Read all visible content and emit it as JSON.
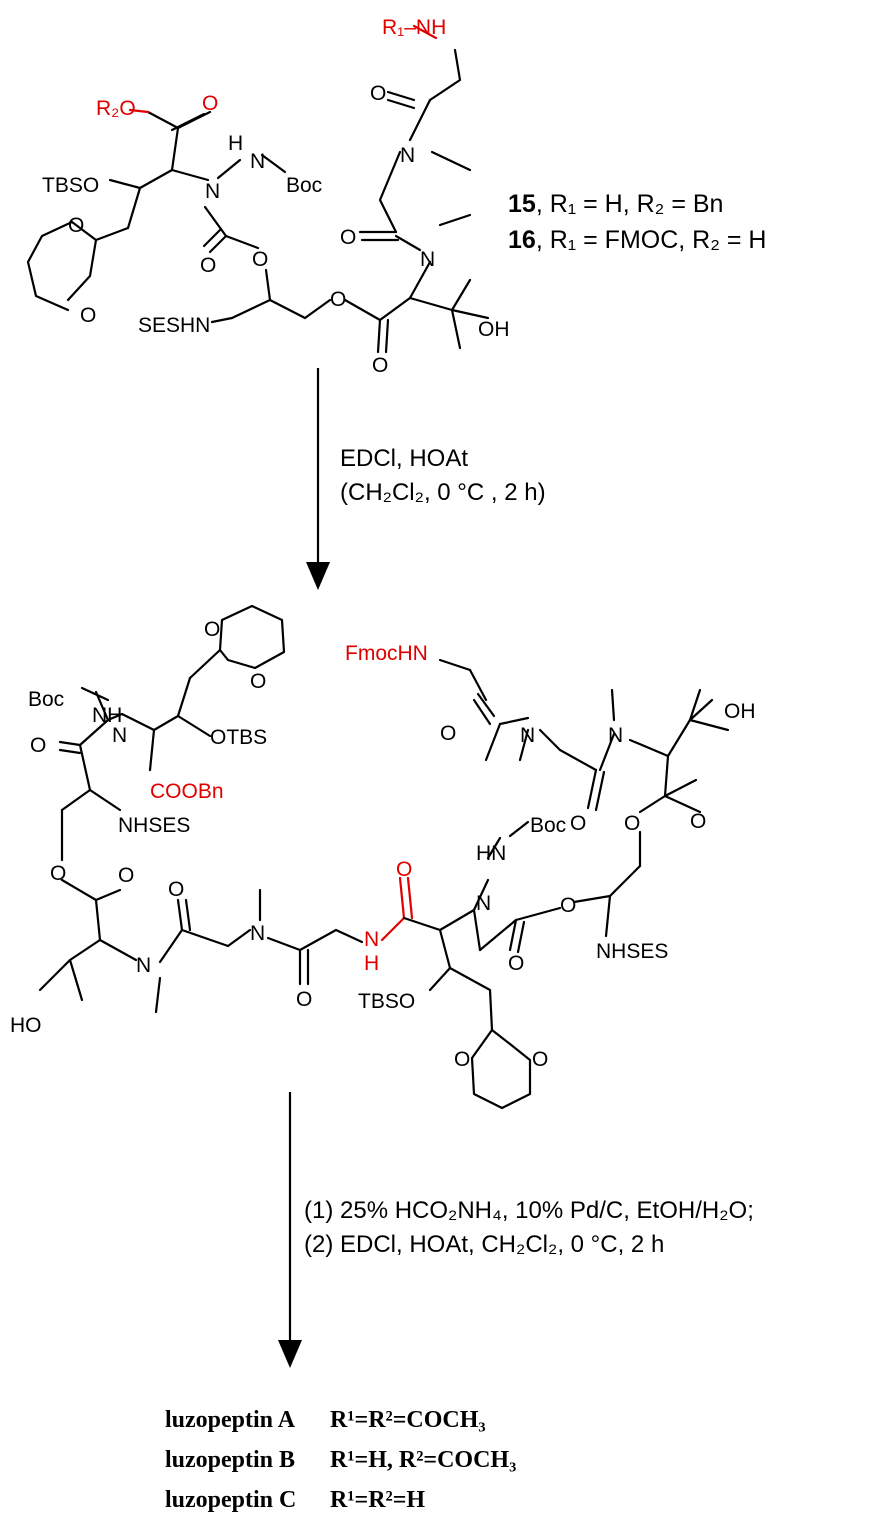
{
  "labels": {
    "m1": {
      "r1nh": "R₁–NH",
      "r2o": "R₂O",
      "o_ester": "O",
      "tbso": "TBSO",
      "h": "H",
      "n_top": "N",
      "boc": "Boc",
      "n_hyd": "N",
      "o_amide1": "O",
      "n_me1": "N",
      "o_amide2": "O",
      "n_me2": "N",
      "o_carb": "O",
      "o_link": "O",
      "o_diox1": "O",
      "o_diox2": "O",
      "seshn": "SESHN",
      "o_ester2": "O",
      "o_ester3": "O",
      "oh": "OH"
    },
    "m2": {
      "fmochn": "FmocHN",
      "o_diox1": "O",
      "o_diox2": "O",
      "oh1": "OH",
      "boc1": "Boc",
      "nh1": "NH",
      "n1": "N",
      "o1": "O",
      "n_me_a": "N",
      "o2": "O",
      "n_me_b": "N",
      "otbs": "OTBS",
      "o3": "O",
      "coobn": "COOBn",
      "nhses1": "NHSES",
      "o4": "O",
      "o5": "O",
      "o6": "O",
      "o7": "O",
      "boc2": "Boc",
      "hn": "HN",
      "n2": "N",
      "o8": "O",
      "o9": "O",
      "n_me_c": "N",
      "o10": "O",
      "n_me_d": "N",
      "o_red": "O",
      "n_red": "N",
      "h_red": "H",
      "o11": "O",
      "nhses2": "NHSES",
      "ho2": "HO",
      "tbso2": "TBSO",
      "o_diox3": "O",
      "o_diox4": "O"
    }
  },
  "compounds": {
    "c15_num": "15",
    "c15_rest": ", R₁ = H, R₂ = Bn",
    "c16_num": "16",
    "c16_rest": ", R₁ = FMOC, R₂ = H"
  },
  "step1": {
    "line1": "EDCl, HOAt",
    "line2": "(CH₂Cl₂, 0 °C , 2 h)"
  },
  "step2": {
    "line1": "(1) 25% HCO₂NH₄, 10% Pd/C, EtOH/H₂O;",
    "line2": "(2) EDCl, HOAt, CH₂Cl₂, 0 °C, 2 h"
  },
  "products": [
    {
      "name": "luzopeptin A",
      "formula": "R¹=R²=COCH₃"
    },
    {
      "name": "luzopeptin B",
      "formula": "R¹=H, R²=COCH₃"
    },
    {
      "name": "luzopeptin C",
      "formula": "R¹=R²=H"
    }
  ]
}
